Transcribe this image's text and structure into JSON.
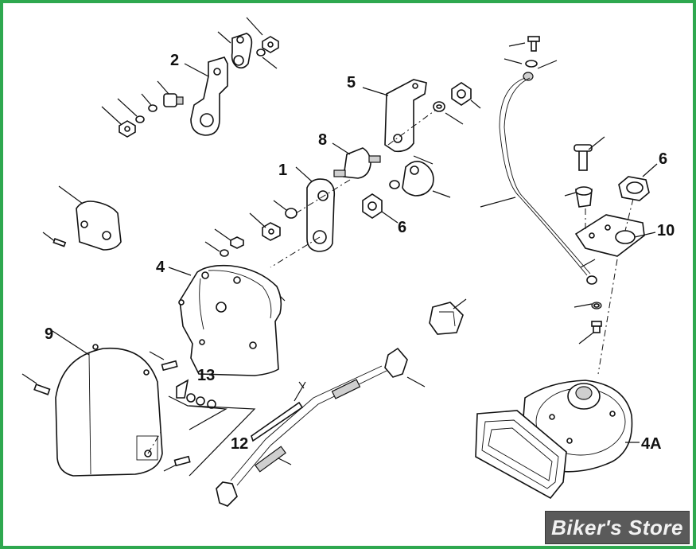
{
  "diagram": {
    "callouts": [
      "1",
      "2",
      "4",
      "4A",
      "5",
      "6",
      "6",
      "8",
      "9",
      "10",
      "12",
      "13"
    ],
    "frame_color": "#2fa84f"
  },
  "watermark": {
    "text": "Biker's Store"
  }
}
